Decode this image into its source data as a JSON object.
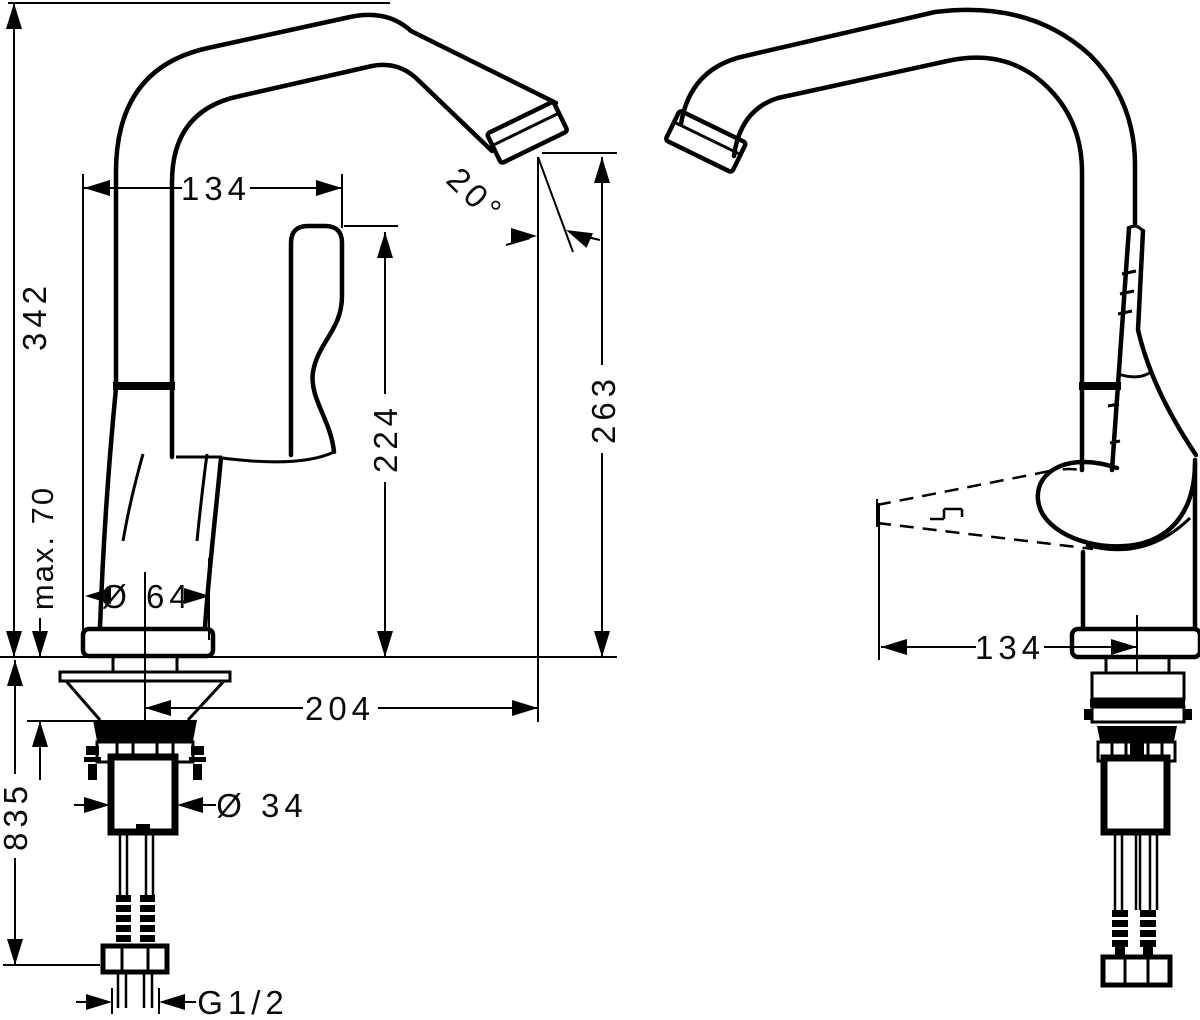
{
  "drawing": {
    "background": "#ffffff",
    "line_color": "#000000",
    "views": {
      "front": {
        "name": "front-view",
        "dimensions": {
          "total_height": "342",
          "counter_thickness": "max. 70",
          "shank_length": "835",
          "spout_top_width": "134",
          "handle_top_height": "224",
          "outlet_angle": "20°",
          "outlet_height": "263",
          "base_diameter": "Ø 64",
          "spout_reach": "204",
          "shank_diameter": "Ø 34",
          "connection_thread": "G1/2"
        }
      },
      "side": {
        "name": "side-view",
        "dimensions": {
          "handle_projection": "134"
        }
      }
    }
  }
}
